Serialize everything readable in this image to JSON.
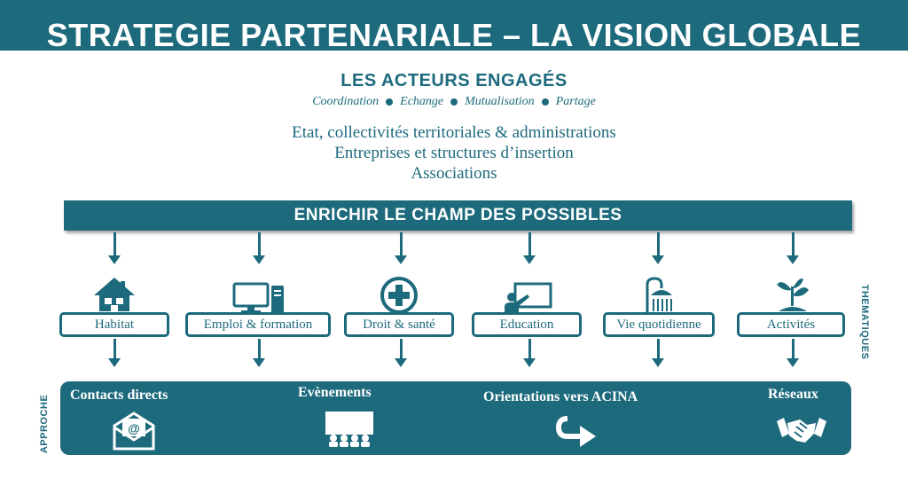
{
  "title": "STRATEGIE PARTENARIALE – LA VISION GLOBALE",
  "actors": {
    "title": "LES ACTEURS ENGAGÉS",
    "actions": [
      "Coordination",
      "Echange",
      "Mutualisation",
      "Partage"
    ],
    "lines": [
      "Etat, collectivités territoriales & administrations",
      "Entreprises et structures d’insertion",
      "Associations"
    ]
  },
  "banner": "ENRICHIR LE CHAMP DES POSSIBLES",
  "side_labels": {
    "thematiques": "THEMATIQUES",
    "approche": "APPROCHE"
  },
  "themes": [
    {
      "label": "Habitat",
      "icon": "house-icon"
    },
    {
      "label": "Emploi & formation",
      "icon": "computer-icon"
    },
    {
      "label": "Droit & santé",
      "icon": "medical-cross-icon"
    },
    {
      "label": "Education",
      "icon": "teacher-board-icon"
    },
    {
      "label": "Vie quotidienne",
      "icon": "shower-icon"
    },
    {
      "label": "Activités",
      "icon": "plant-icon"
    }
  ],
  "approaches": [
    {
      "label": "Contacts directs",
      "icon": "email-envelope-icon"
    },
    {
      "label": "Evènements",
      "icon": "audience-screen-icon"
    },
    {
      "label": "Orientations vers ACINA",
      "icon": "redirect-arrow-icon"
    },
    {
      "label": "Réseaux",
      "icon": "handshake-icon"
    }
  ],
  "colors": {
    "primary": "#1d6a7d",
    "background": "#ffffff"
  }
}
